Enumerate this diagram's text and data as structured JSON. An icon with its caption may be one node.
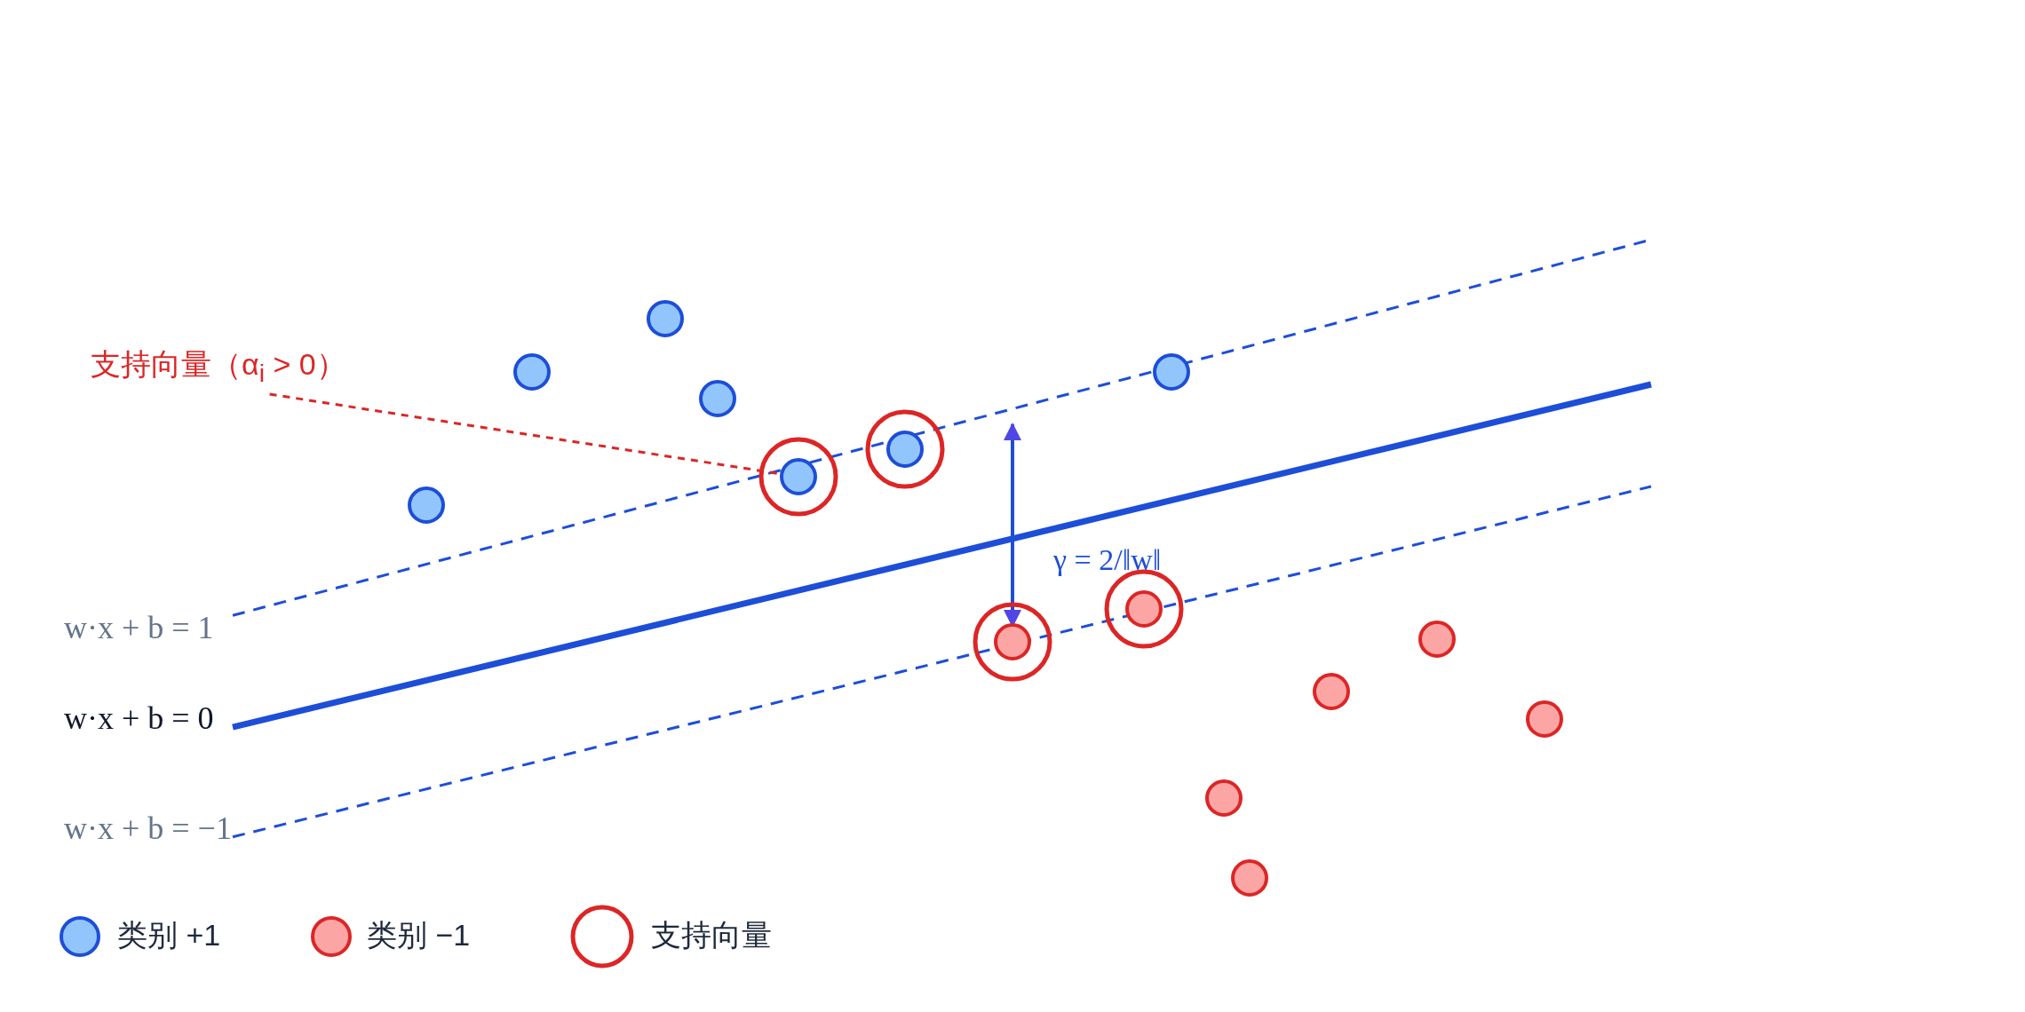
{
  "diagram": {
    "nodes": [
      {
        "text": [
          "支持向量（α$_{i}$ > 0）"
        ]
      },
      {
        "text": [],
        "shape": "circle"
      },
      {
        "text": [],
        "shape": "circle"
      },
      {
        "text": [],
        "shape": "circle"
      },
      {
        "text": [],
        "shape": "circle"
      },
      {
        "text": [],
        "shape": "circle"
      },
      {
        "text": [],
        "shape": "circle"
      },
      {
        "text": [],
        "shape": "circle"
      },
      {
        "text": [],
        "shape": "circle"
      },
      {
        "text": [],
        "shape": "circle"
      },
      {
        "text": [],
        "shape": "circle"
      },
      {
        "text": [],
        "shape": "circle"
      },
      {
        "text": [],
        "shape": "circle"
      },
      {
        "text": [],
        "shape": "circle"
      },
      {
        "text": [],
        "shape": "circle"
      }
    ],
    "edges": [
      {
        "from": 0,
        "to": 5,
        "arrow": "none",
        "style": "dashed",
        "color": "#dc2626"
      }
    ],
    "labels": [
      "w·x + b = 1",
      "w·x + b = 0",
      "w·x + b = −1",
      "γ = 2/‖w‖"
    ],
    "legend": [
      {
        "text": "类别 +1",
        "color": "#93c5fd"
      },
      {
        "text": "类别 −1",
        "color": "#fca5a5"
      },
      {
        "text": "支持向量"
      }
    ]
  }
}
